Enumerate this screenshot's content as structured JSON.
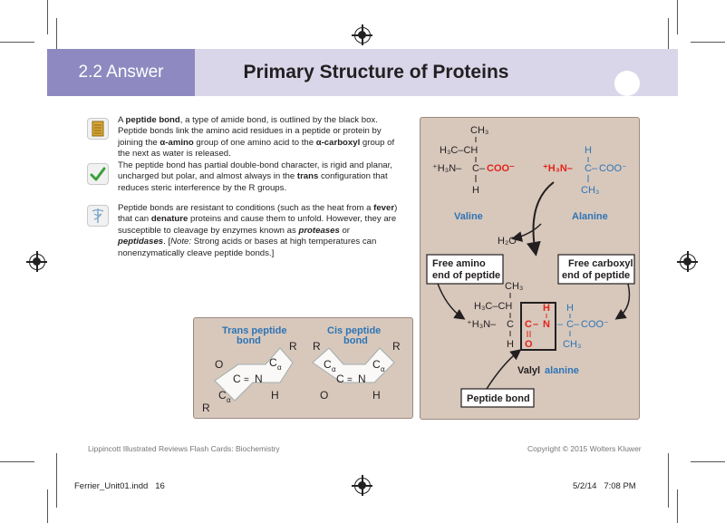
{
  "header": {
    "section": "2.2 Answer",
    "title": "Primary Structure of Proteins"
  },
  "bullets": [
    {
      "icon": "notebook-icon",
      "html": "A <b>peptide bond</b>, a type of amide bond, is outlined by the black box. Peptide bonds link the amino acid residues in a peptide or protein by joining the <b>α-amino</b> group of one amino acid to the <b>α-carboxyl</b> group of the next as water is released."
    },
    {
      "icon": "checkmark-icon",
      "html": "The peptide bond has partial double-bond character, is rigid and planar, uncharged but polar, and almost always in the <b>trans</b> configuration that reduces steric interference by the R groups."
    },
    {
      "icon": "caduceus-icon",
      "html": "Peptide bonds are resistant to conditions (such as the heat from a <b>fever</b>) that can <b>denature</b> proteins and cause them to unfold. However, they are susceptible to cleavage by enzymes known as <b><i>proteases</i></b> or <b><i>peptidases</i></b>. [<i>Note:</i> Strong acids or bases at high temperatures can nonenzymatically cleave peptide bonds.]"
    }
  ],
  "reaction": {
    "valine_label": "Valine",
    "alanine_label": "Alanine",
    "water_label": "H₂O",
    "free_amino_line1": "Free amino",
    "free_amino_line2": "end of peptide",
    "free_carboxyl_line1": "Free carboxyl",
    "free_carboxyl_line2": "end of peptide",
    "product_prefix": "Valyl",
    "product_suffix": "alanine",
    "peptide_bond_label": "Peptide bond",
    "ch3": "CH₃",
    "h3c_ch": "H₃C–CH",
    "h3n_plus": "⁺H₃N–",
    "c_atom": "C",
    "coo_minus": "COO⁻",
    "h_atom": "H",
    "n_atom": "N",
    "o_atom": "O",
    "dash": "–",
    "colors": {
      "red": "#e2231a",
      "blue": "#2e74b5",
      "panel": "#d8c8bc"
    }
  },
  "isomers": {
    "trans_line1": "Trans peptide",
    "trans_line2": "bond",
    "cis_line1": "Cis peptide",
    "cis_line2": "bond",
    "r": "R",
    "o": "O",
    "c": "C",
    "n": "N",
    "h": "H",
    "c_alpha_sub": "α",
    "double_bond": "="
  },
  "footer": {
    "left": "Lippincott Illustrated Reviews Flash Cards: Biochemistry",
    "right": "Copyright © 2015 Wolters Kluwer"
  },
  "slug": {
    "file": "Ferrier_Unit01.indd   16",
    "date": "5/2/14   7:08 PM"
  }
}
